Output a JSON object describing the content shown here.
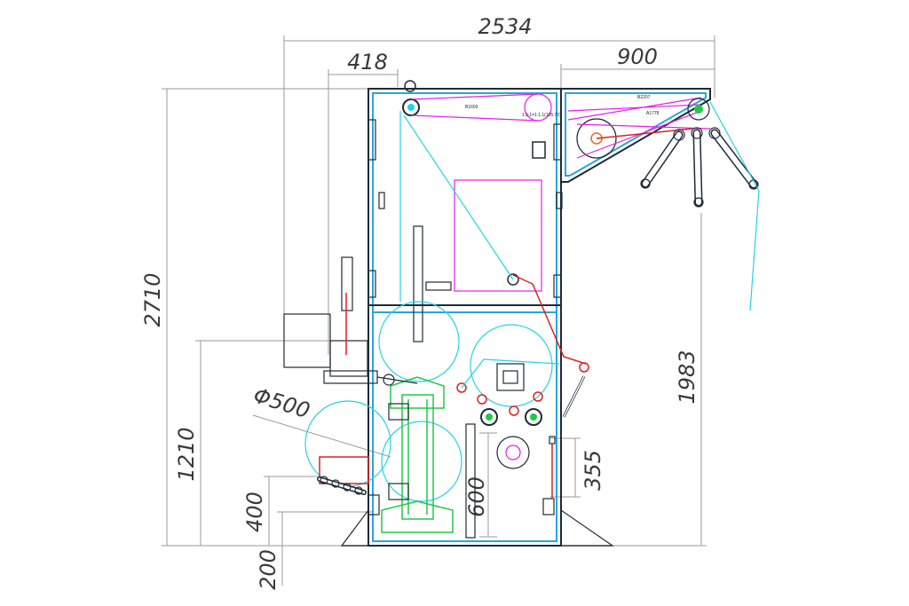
{
  "dimensions": {
    "overall_width": "2534",
    "left_offset": "418",
    "right_width": "900",
    "overall_height": "2710",
    "right_height": "1983",
    "left_height": "1210",
    "diameter": "Φ500",
    "h400": "400",
    "h200": "200",
    "h600": "600",
    "h355": "355"
  },
  "labels": {
    "b1603": "B1603",
    "b2207": "B2207",
    "a1778": "A1778",
    "ratio": "1.5:1=1:1.1(105:70)"
  },
  "colors": {
    "frame": "#1f2a36",
    "frame_inner": "#2aa5d6",
    "web_path": "#22d3e6",
    "belt": "#e61ee6",
    "guard": "#e02020",
    "unwind": "#22c84a",
    "dimension": "#9a9a9a"
  }
}
